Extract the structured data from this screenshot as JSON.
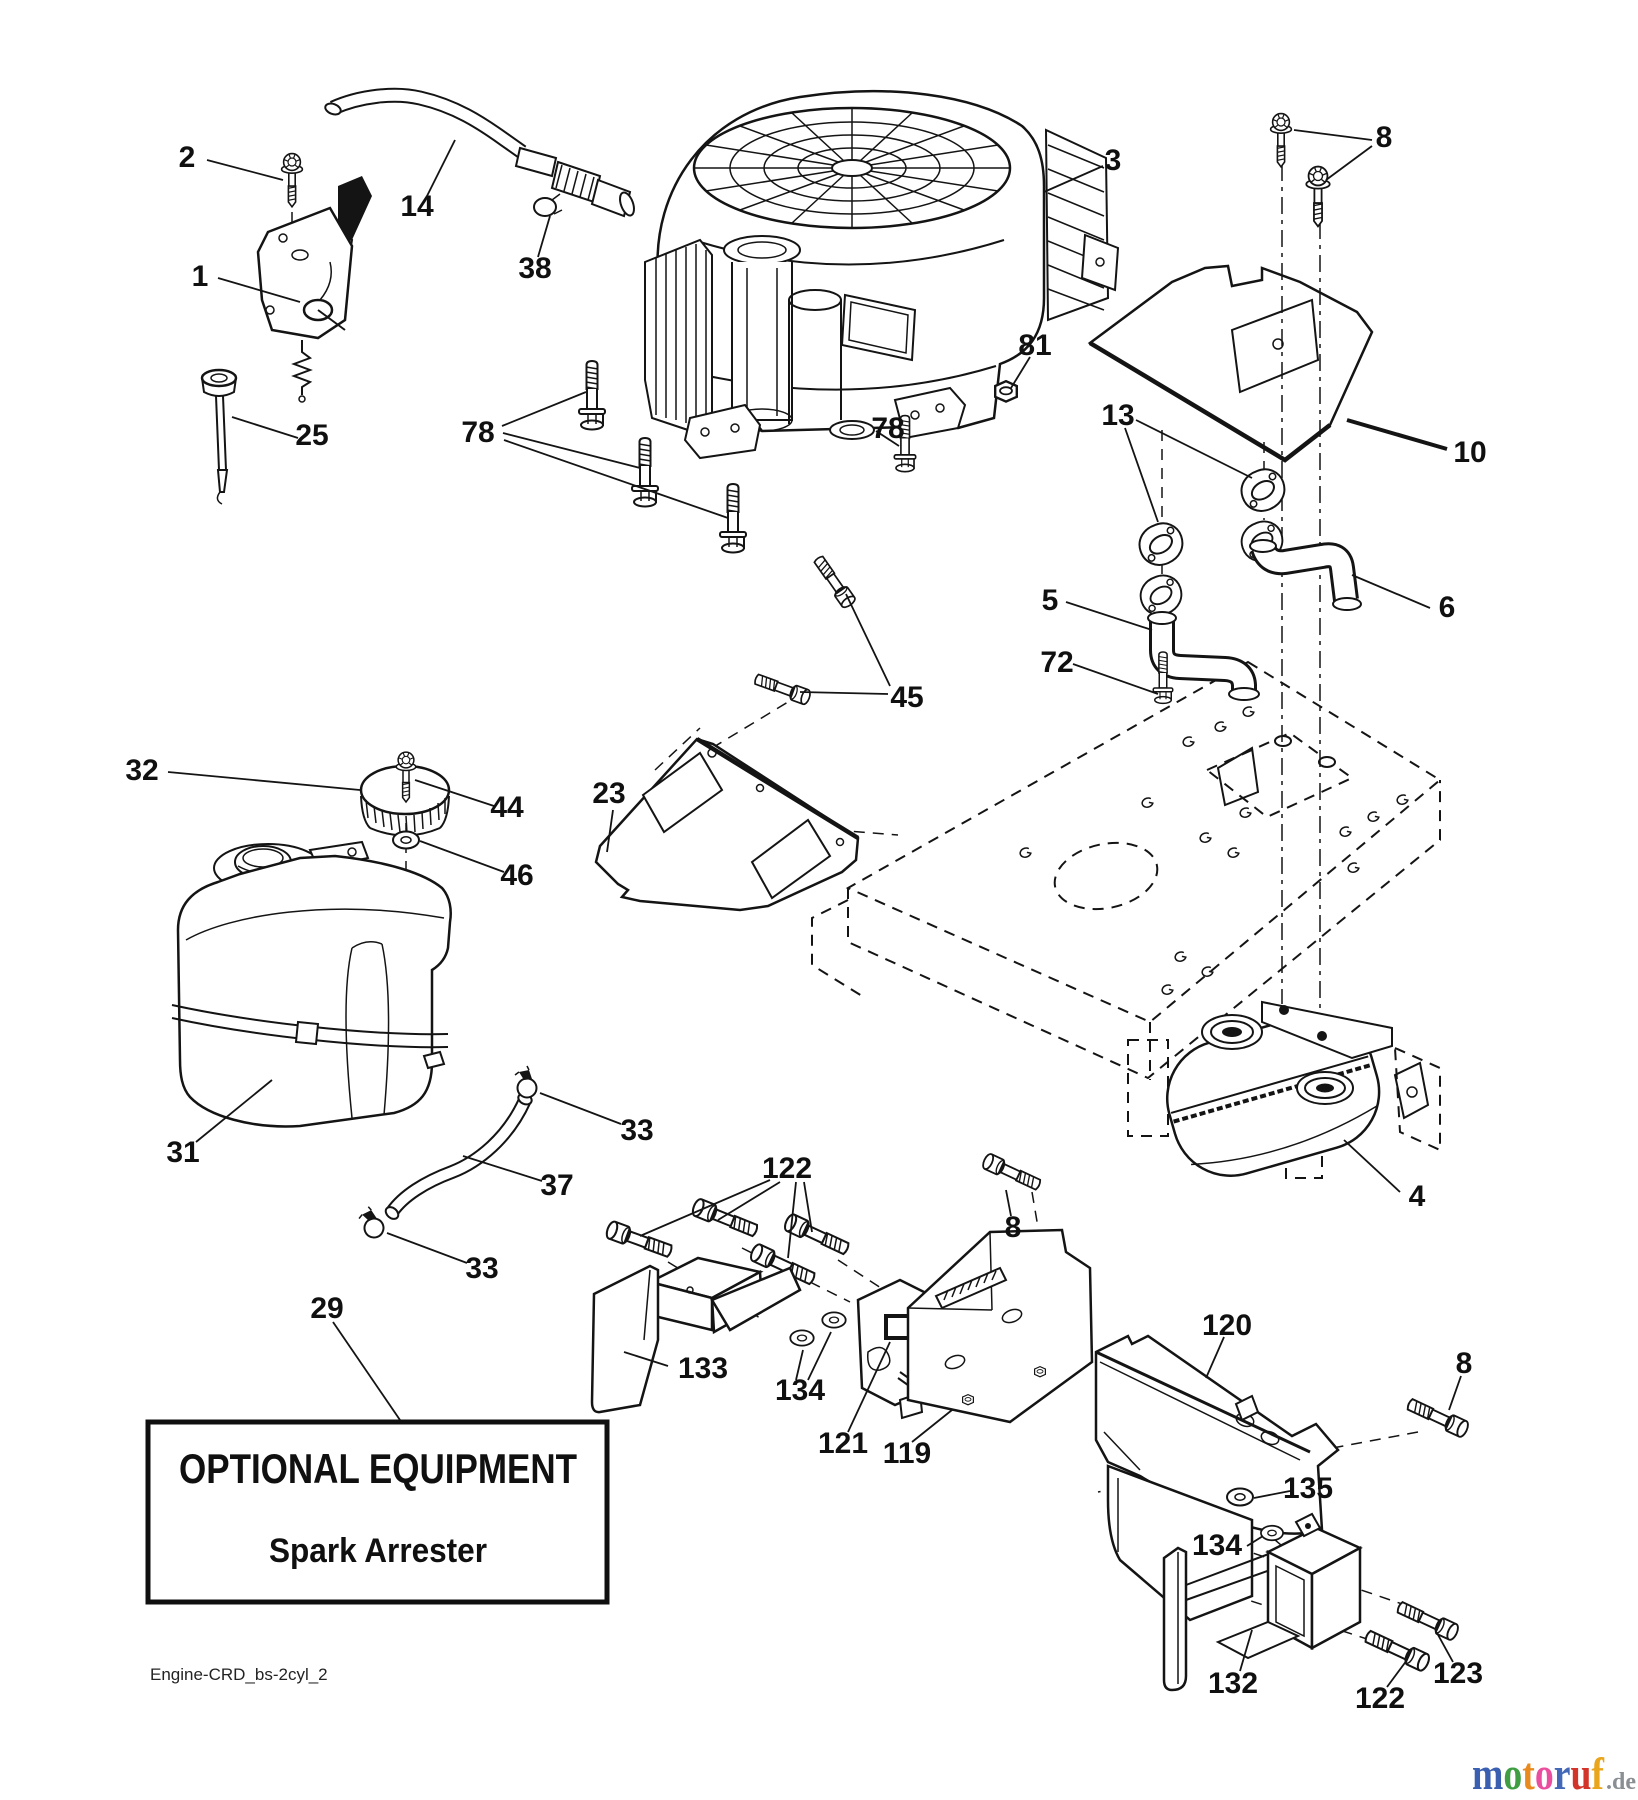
{
  "optional_box": {
    "title": "OPTIONAL EQUIPMENT",
    "subtitle": "Spark Arrester"
  },
  "footer": {
    "code": "Engine-CRD_bs-2cyl_2"
  },
  "watermark": {
    "letters": [
      {
        "ch": "m",
        "color": "#3a5fb0"
      },
      {
        "ch": "o",
        "color": "#3f9e42"
      },
      {
        "ch": "t",
        "color": "#e98a1f"
      },
      {
        "ch": "o",
        "color": "#ea4f9f"
      },
      {
        "ch": "r",
        "color": "#4468b8"
      },
      {
        "ch": "u",
        "color": "#d2342a"
      },
      {
        "ch": "f",
        "color": "#e9a51c"
      }
    ],
    "suffix": ".de",
    "suffix_color": "#8a8f93"
  },
  "callouts": {
    "p1": "1",
    "p2": "2",
    "p3": "3",
    "p4": "4",
    "p5": "5",
    "p6": "6",
    "p8_top": "8",
    "p8_mid": "8",
    "p8_right": "8",
    "p10": "10",
    "p13": "13",
    "p14": "14",
    "p23": "23",
    "p25": "25",
    "p29": "29",
    "p31": "31",
    "p32": "32",
    "p33_upper": "33",
    "p33_lower": "33",
    "p37": "37",
    "p38": "38",
    "p44": "44",
    "p45": "45",
    "p46": "46",
    "p72": "72",
    "p78_left": "78",
    "p78_right": "78",
    "p81": "81",
    "p119": "119",
    "p120": "120",
    "p121": "121",
    "p122_top": "122",
    "p122_bottom": "122",
    "p123": "123",
    "p132": "132",
    "p133": "133",
    "p134_mid": "134",
    "p134_lower": "134",
    "p135": "135"
  }
}
